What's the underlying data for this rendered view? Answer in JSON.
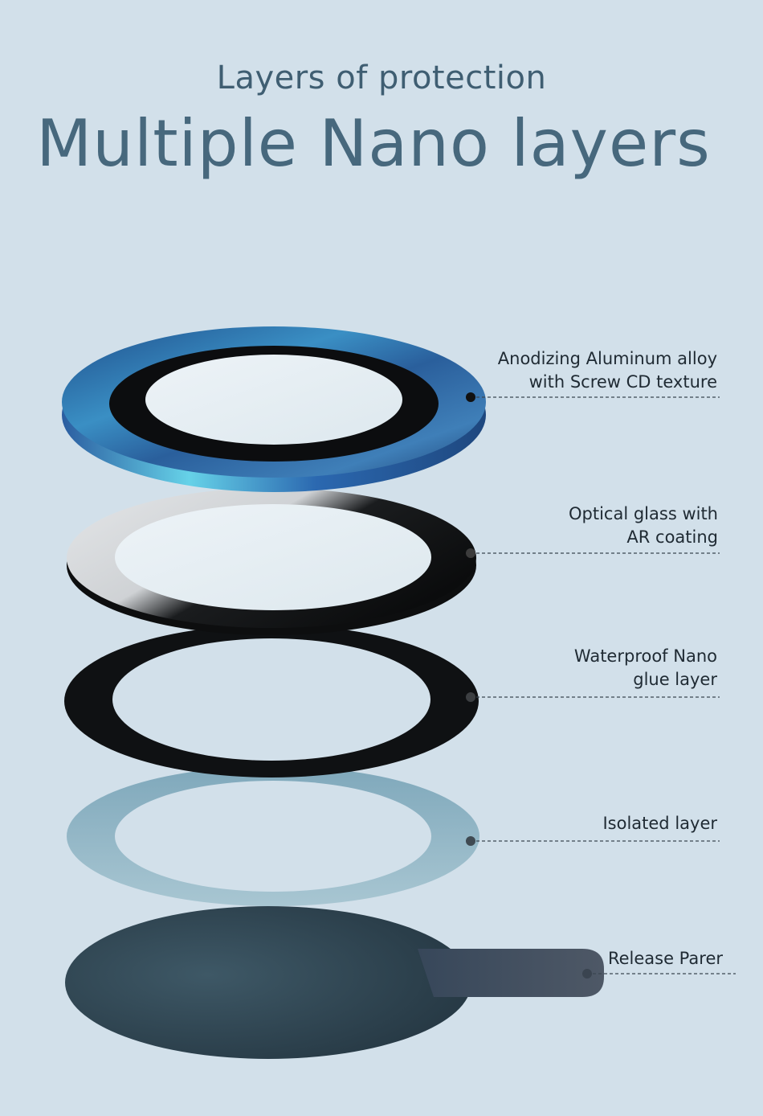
{
  "header": {
    "subtitle": "Layers of protection",
    "title": "Multiple Nano layers"
  },
  "layers": [
    {
      "id": "aluminum-ring",
      "label_lines": [
        "Anodizing Aluminum alloy ",
        "with Screw CD texture"
      ]
    },
    {
      "id": "optical-glass",
      "label_lines": [
        "Optical glass with",
        "AR coating"
      ]
    },
    {
      "id": "nano-glue",
      "label_lines": [
        "Waterproof Nano",
        "glue layer"
      ]
    },
    {
      "id": "isolated",
      "label_lines": [
        "Isolated layer"
      ]
    },
    {
      "id": "release-paper",
      "label_lines": [
        "Release Parer"
      ]
    }
  ],
  "colors": {
    "background": "#d2e0ea",
    "heading": "#47687d",
    "aluminum": "#2f5f9a",
    "aluminum_highlight": "#6fd0e6",
    "glue": "#101214",
    "isolated": "#8fb3c4",
    "release": "#2e4452"
  }
}
